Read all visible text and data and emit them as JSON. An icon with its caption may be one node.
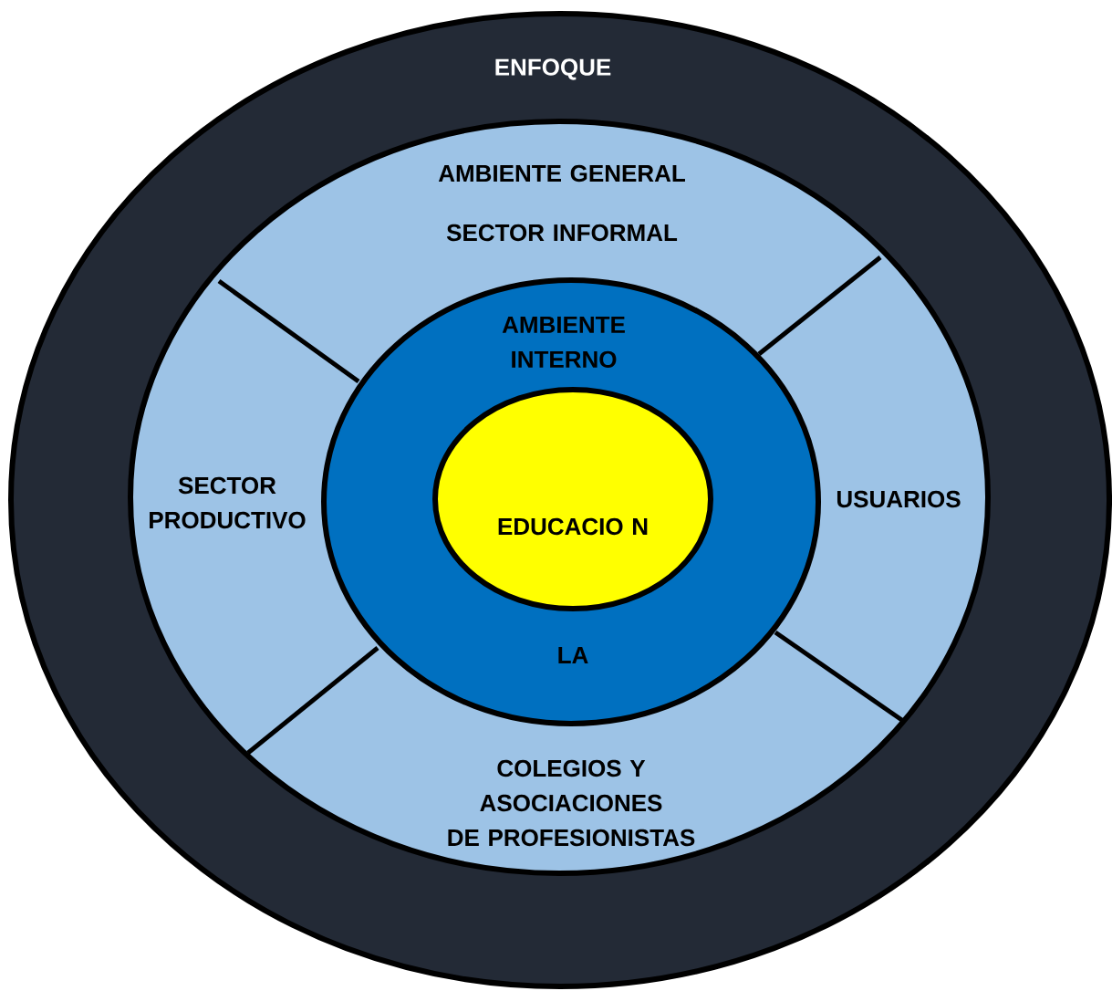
{
  "diagram": {
    "nodes": [
      {
        "text": [
          "ENFOQUE"
        ]
      },
      {
        "text": [
          "AMBIENTE GENERAL"
        ],
        "in": 0
      },
      {
        "text": [
          "SECTOR INFORMAL"
        ],
        "in": 1
      },
      {
        "text": [
          "SECTOR PRODUCTIVO"
        ],
        "in": 1
      },
      {
        "text": [
          "USUARIOS"
        ],
        "in": 1
      },
      {
        "text": [
          "COLEGIOS Y ASOCIACIONES DE PROFESIONISTAS"
        ],
        "in": 1
      },
      {
        "text": [
          "AMBIENTE INTERNO",
          "LA"
        ],
        "in": 1
      },
      {
        "text": [
          "EDUCACIO N"
        ],
        "in": 6
      }
    ]
  }
}
